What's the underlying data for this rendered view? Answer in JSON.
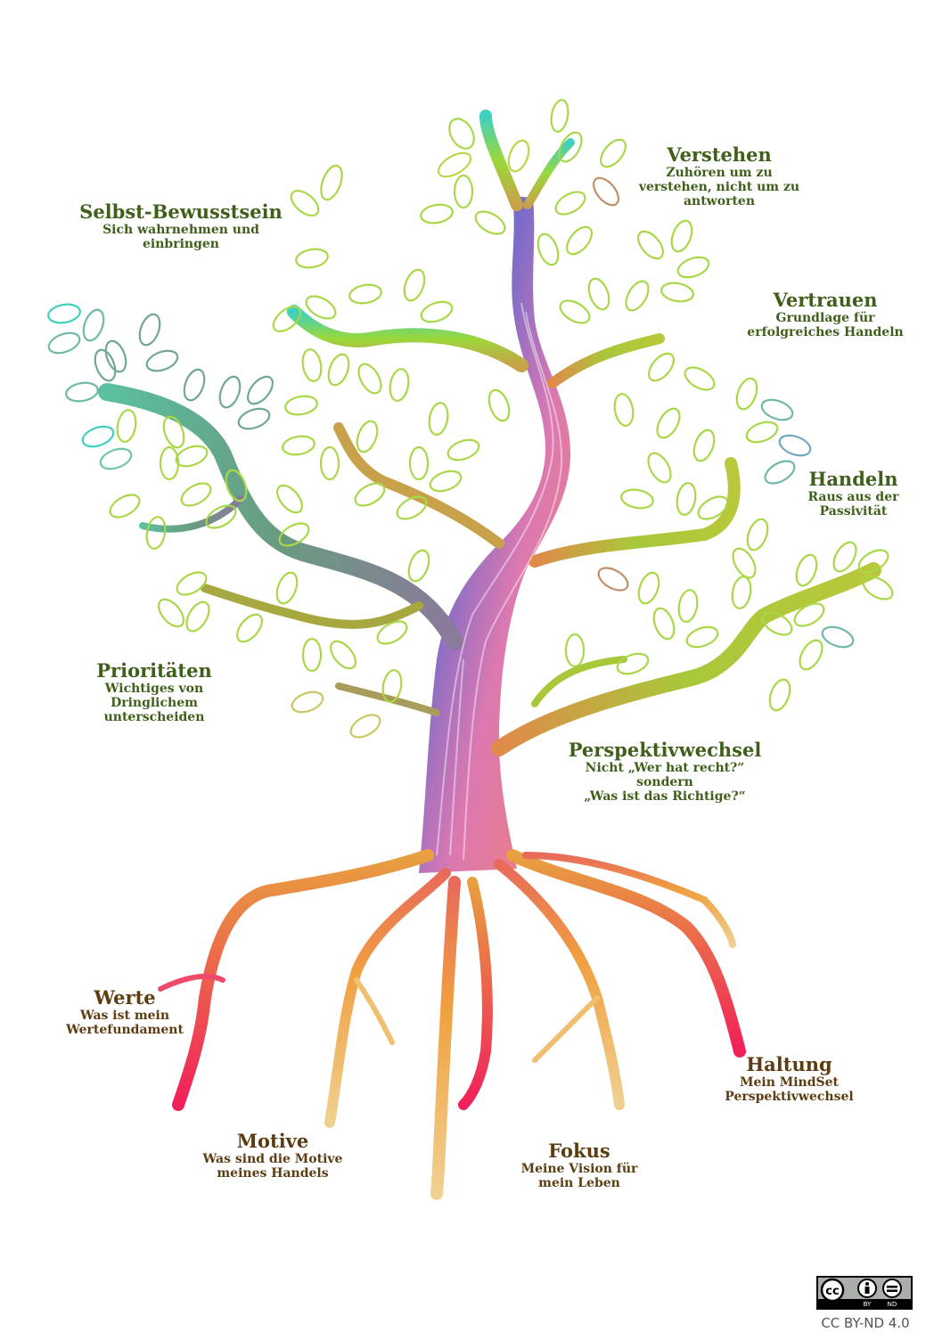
{
  "labels": [
    {
      "id": "verstehen",
      "title": "Verstehen",
      "sub": [
        "Zuhören um zu",
        "verstehen, nicht um zu",
        "antworten"
      ]
    },
    {
      "id": "selbst",
      "title": "Selbst-Bewusstsein",
      "sub": [
        "Sich wahrnehmen und",
        "einbringen"
      ]
    },
    {
      "id": "vertrauen",
      "title": "Vertrauen",
      "sub": [
        "Grundlage für",
        "erfolgreiches Handeln"
      ]
    },
    {
      "id": "handeln",
      "title": "Handeln",
      "sub": [
        "Raus aus der",
        "Passivität"
      ]
    },
    {
      "id": "prioritaeten",
      "title": "Prioritäten",
      "sub": [
        "Wichtiges von",
        "Dringlichem",
        "unterscheiden"
      ]
    },
    {
      "id": "perspektiv",
      "title": "Perspektivwechsel",
      "sub": [
        "Nicht „Wer hat recht?“",
        "sondern",
        "„Was ist das Richtige?“"
      ]
    },
    {
      "id": "werte",
      "title": "Werte",
      "sub": [
        "Was ist mein",
        "Wertefundament"
      ]
    },
    {
      "id": "haltung",
      "title": "Haltung",
      "sub": [
        "Mein MindSet",
        "Perspektivwechsel"
      ]
    },
    {
      "id": "motive",
      "title": "Motive",
      "sub": [
        "Was sind die Motive",
        "meines Handels"
      ]
    },
    {
      "id": "fokus",
      "title": "Fokus",
      "sub": [
        "Meine Vision für",
        "mein Leben"
      ]
    }
  ],
  "license": {
    "badge_left": "cc",
    "badge_by": "BY",
    "badge_nd": "ND",
    "text": "CC BY-ND 4.0"
  },
  "colors": {
    "foliage_label": "#3f5f1b",
    "root_label": "#5c3d12"
  }
}
